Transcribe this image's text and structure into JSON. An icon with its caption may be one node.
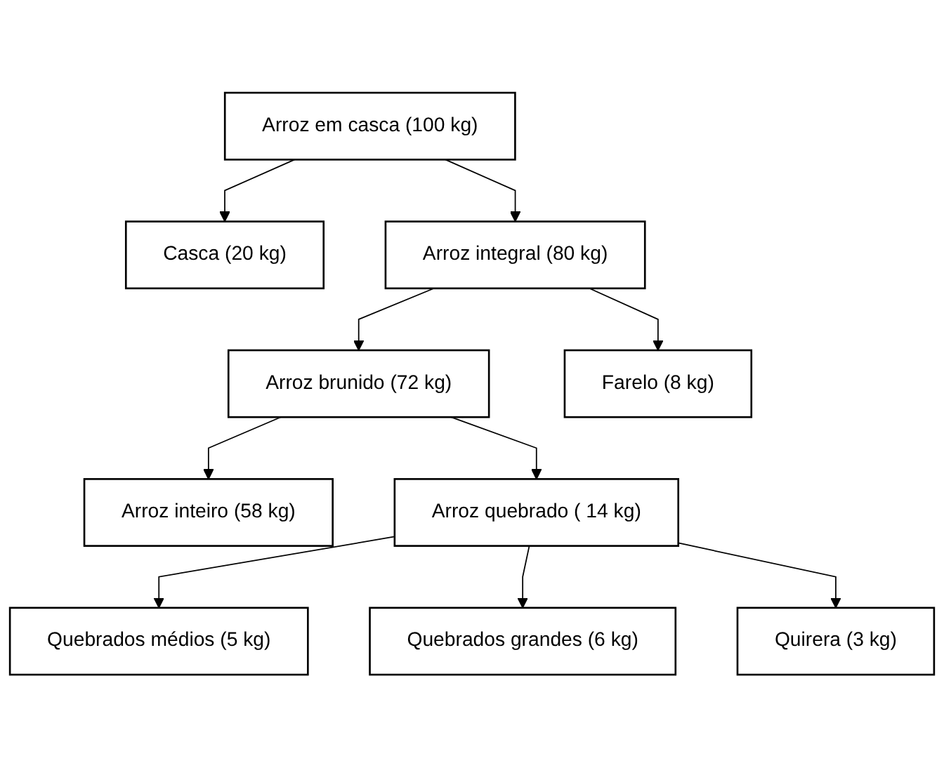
{
  "diagram": {
    "nodes": [
      {
        "text": [
          "Arroz em casca (100 kg)"
        ]
      },
      {
        "text": [
          "Casca (20 kg)"
        ]
      },
      {
        "text": [
          "Arroz integral (80 kg)"
        ]
      },
      {
        "text": [
          "Arroz brunido (72 kg)"
        ]
      },
      {
        "text": [
          "Farelo (8 kg)"
        ]
      },
      {
        "text": [
          "Arroz inteiro (58 kg)"
        ]
      },
      {
        "text": [
          "Arroz quebrado ( 14 kg)"
        ]
      },
      {
        "text": [
          "Quebrados médios (5 kg)"
        ]
      },
      {
        "text": [
          "Quebrados grandes (6 kg)"
        ]
      },
      {
        "text": [
          "Quirera (3 kg)"
        ]
      }
    ],
    "edges": [
      {
        "from": 0,
        "to": 1,
        "arrow": "to"
      },
      {
        "from": 0,
        "to": 2,
        "arrow": "to"
      },
      {
        "from": 2,
        "to": 3,
        "arrow": "to"
      },
      {
        "from": 2,
        "to": 4,
        "arrow": "to"
      },
      {
        "from": 3,
        "to": 5,
        "arrow": "to"
      },
      {
        "from": 3,
        "to": 6,
        "arrow": "to"
      },
      {
        "from": 6,
        "to": 7,
        "arrow": "to"
      },
      {
        "from": 6,
        "to": 8,
        "arrow": "to"
      },
      {
        "from": 6,
        "to": 9,
        "arrow": "to"
      }
    ]
  }
}
